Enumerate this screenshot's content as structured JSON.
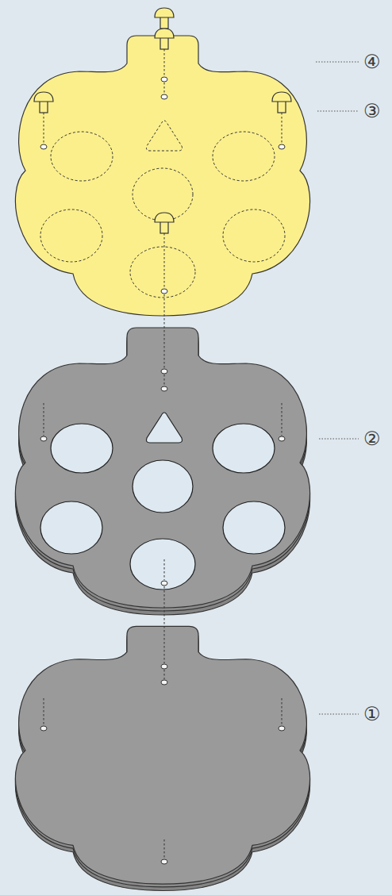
{
  "diagram": {
    "labels": [
      "④",
      "③",
      "②",
      "①"
    ]
  }
}
